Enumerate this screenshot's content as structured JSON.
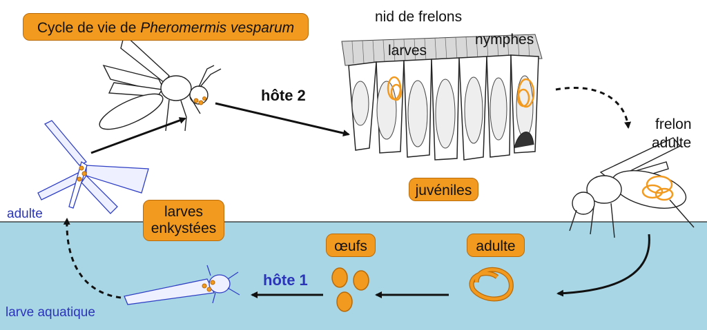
{
  "title": {
    "prefix": "Cycle de vie de ",
    "species": "Pheromermis vesparum"
  },
  "labels": {
    "nest": "nid de frelons",
    "larvae": "larves",
    "pupae": "nymphes",
    "juveniles": "juvéniles",
    "host2": "hôte 2",
    "hornet_line1": "frelon",
    "hornet_line2": "adulte",
    "adult_fly": "adulte",
    "encysted_line1": "larves",
    "encysted_line2": "enkystées",
    "eggs": "œufs",
    "worm_adult": "adulte",
    "host1": "hôte 1",
    "aquatic_larva": "larve aquatique"
  },
  "colors": {
    "water": "#a9d6e5",
    "orange": "#f29a1f",
    "blue_text": "#2b35b8",
    "host_insect_stroke": "#2e3fc4"
  },
  "icons": [
    "wasp-icon",
    "mayfly-icon",
    "hornet-icon",
    "nest-comb-icon",
    "egg-icon",
    "nematode-worm-icon",
    "aquatic-larva-icon"
  ]
}
